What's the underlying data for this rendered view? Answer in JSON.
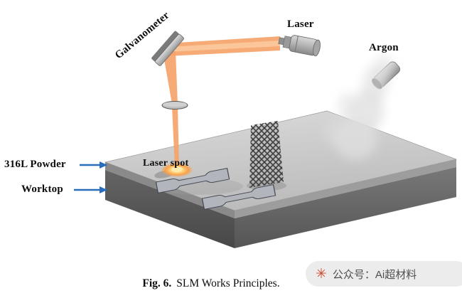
{
  "figure": {
    "labels": {
      "galvanometer": "Galvanometer",
      "laser": "Laser",
      "argon": "Argon",
      "laser_spot": "Laser spot",
      "powder": "316L Powder",
      "worktop": "Worktop"
    },
    "caption": {
      "prefix": "Fig. 6.",
      "text": "SLM Works Principles."
    },
    "watermark": {
      "icon": "✳",
      "text": "公众号：Ai超材料"
    },
    "colors": {
      "beam": "#f5a369",
      "beam_core": "#fbc99e",
      "arrow": "#2a6ebb",
      "platform_top": "#c8c8c8",
      "powder_side": "#8e8e8e",
      "worktop_side": "#5c5c5c"
    }
  }
}
